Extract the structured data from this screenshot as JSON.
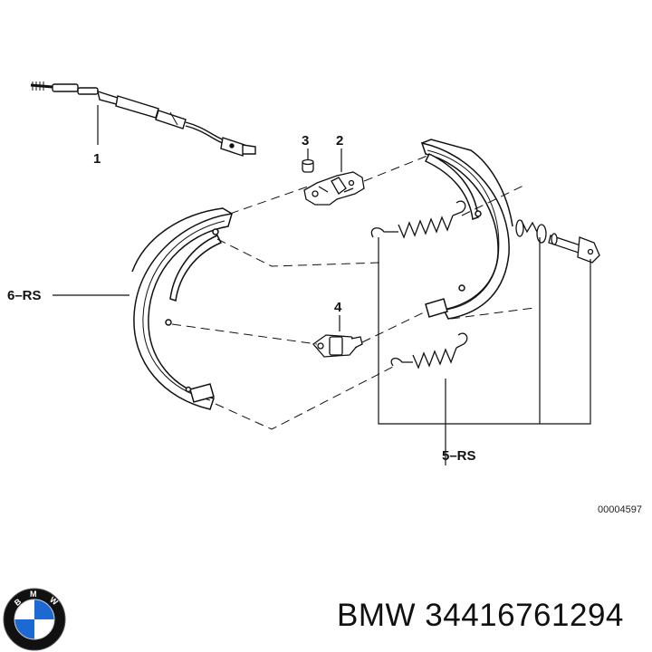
{
  "diagram": {
    "labels": {
      "cable": "1",
      "lever": "2",
      "sleeve": "3",
      "adjuster": "4",
      "spring_set": "5–RS",
      "shoe_set": "6–RS"
    },
    "doc_number": "00004597"
  },
  "caption": {
    "text": "BMW 34416761294"
  },
  "logo": {
    "letters": [
      "B",
      "M",
      "W"
    ],
    "colors": {
      "blue": "#1c69d4",
      "ring": "#111111",
      "white": "#ffffff"
    }
  }
}
